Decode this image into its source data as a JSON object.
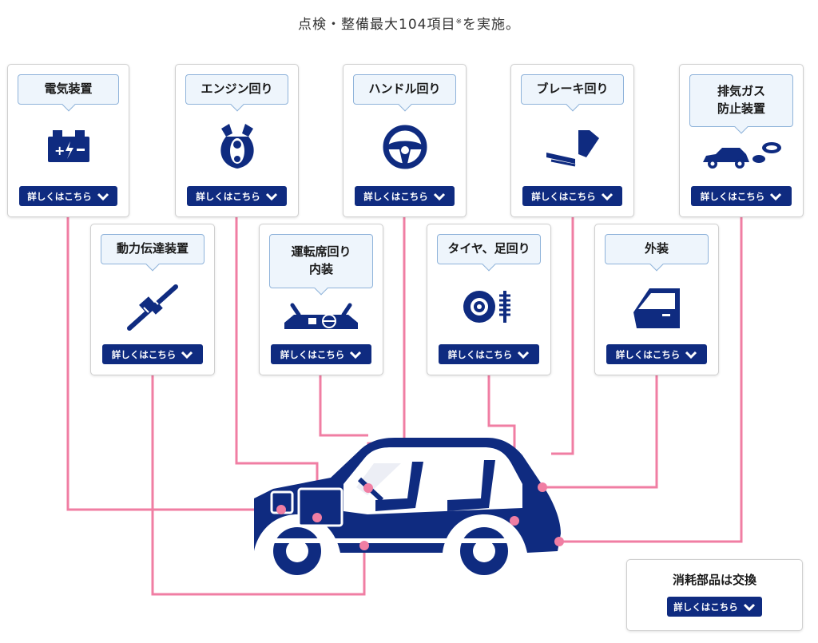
{
  "headline": {
    "text": "点検・整備最大104項目",
    "mark": "※",
    "suffix": "を実施。"
  },
  "detail_label": "詳しくはこちら",
  "categories": {
    "electrical": "電気装置",
    "engine": "エンジン回り",
    "steering": "ハンドル回り",
    "brake": "ブレーキ回り",
    "exhaust": "排気ガス\n防止装置",
    "drivetrain": "動力伝達装置",
    "interior": "運転席回り\n内装",
    "tires": "タイヤ、足回り",
    "exterior": "外装"
  },
  "consumables": {
    "title": "消耗部品は交換"
  },
  "colors": {
    "navy": "#0f2b80",
    "accent_line": "#f07ea3",
    "label_bg": "#eef5fc",
    "label_border": "#8fb3da"
  },
  "icons": {
    "electrical": "battery-icon",
    "engine": "engine-icon",
    "steering": "steering-wheel-icon",
    "brake": "brake-pedal-icon",
    "exhaust": "car-exhaust-icon",
    "drivetrain": "drive-shaft-icon",
    "interior": "dashboard-icon",
    "tires": "tire-suspension-icon",
    "exterior": "car-door-icon",
    "button": "chevron-down-icon"
  }
}
